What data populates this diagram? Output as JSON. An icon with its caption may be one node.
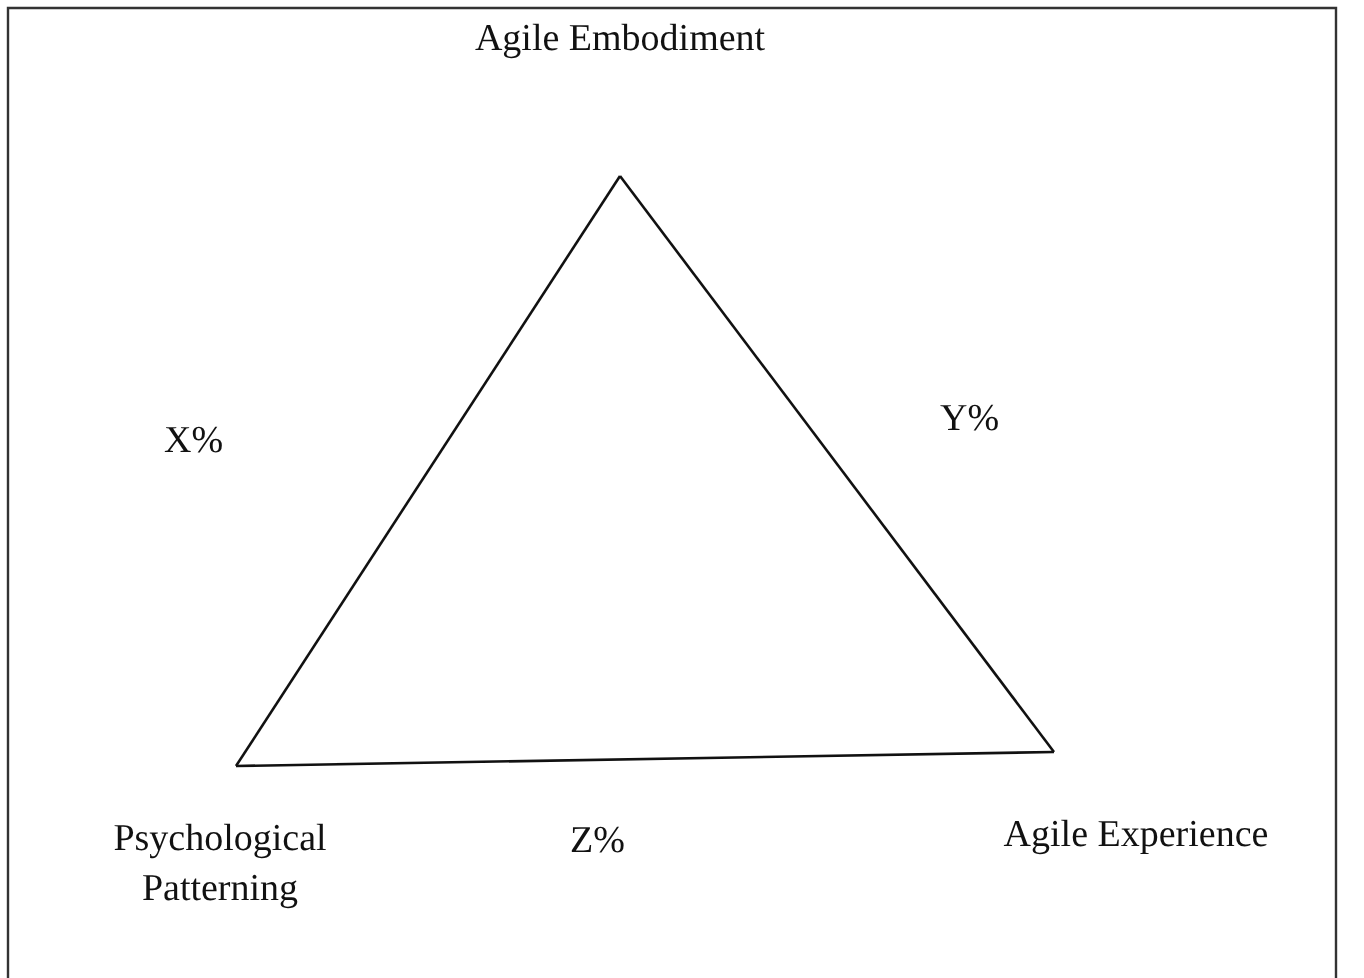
{
  "diagram": {
    "nodes": [
      {
        "text": [
          "Agile Embodiment"
        ]
      },
      {
        "text": [
          "Psychological Patterning"
        ]
      },
      {
        "text": [
          "Agile Experience"
        ]
      }
    ],
    "edges": [
      {
        "from": 1,
        "to": 0,
        "arrow": "none",
        "label": "X%"
      },
      {
        "from": 0,
        "to": 2,
        "arrow": "none",
        "label": "Y%"
      },
      {
        "from": 1,
        "to": 2,
        "arrow": "none",
        "label": "Z%"
      }
    ]
  }
}
